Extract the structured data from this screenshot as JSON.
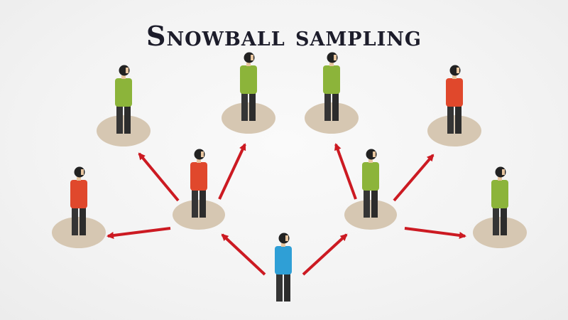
{
  "title": "Snowball sampling",
  "colors": {
    "seed": "#2f9fd6",
    "green": "#8cb43a",
    "red": "#e0482c",
    "arrow": "#cc1a22",
    "base": "#d6c7b2",
    "legs": "#353535",
    "head": "#222222",
    "face": "#e8c6a0"
  },
  "people": [
    {
      "id": "seed",
      "color": "seed",
      "level": 0,
      "base": false
    },
    {
      "id": "recruit-left",
      "color": "red",
      "level": 1,
      "base": true
    },
    {
      "id": "recruit-right",
      "color": "green",
      "level": 1,
      "base": true
    },
    {
      "id": "left-far",
      "color": "red",
      "level": 2,
      "base": true
    },
    {
      "id": "left-top",
      "color": "green",
      "level": 2,
      "base": true
    },
    {
      "id": "left-mid-top",
      "color": "green",
      "level": 2,
      "base": true
    },
    {
      "id": "right-mid-top",
      "color": "green",
      "level": 2,
      "base": true
    },
    {
      "id": "right-top",
      "color": "red",
      "level": 2,
      "base": true
    },
    {
      "id": "right-far",
      "color": "green",
      "level": 2,
      "base": true
    }
  ],
  "links": [
    {
      "from": "seed",
      "to": "recruit-left"
    },
    {
      "from": "seed",
      "to": "recruit-right"
    },
    {
      "from": "recruit-left",
      "to": "left-far"
    },
    {
      "from": "recruit-left",
      "to": "left-top"
    },
    {
      "from": "recruit-left",
      "to": "left-mid-top"
    },
    {
      "from": "recruit-right",
      "to": "right-mid-top"
    },
    {
      "from": "recruit-right",
      "to": "right-top"
    },
    {
      "from": "recruit-right",
      "to": "right-far"
    }
  ]
}
